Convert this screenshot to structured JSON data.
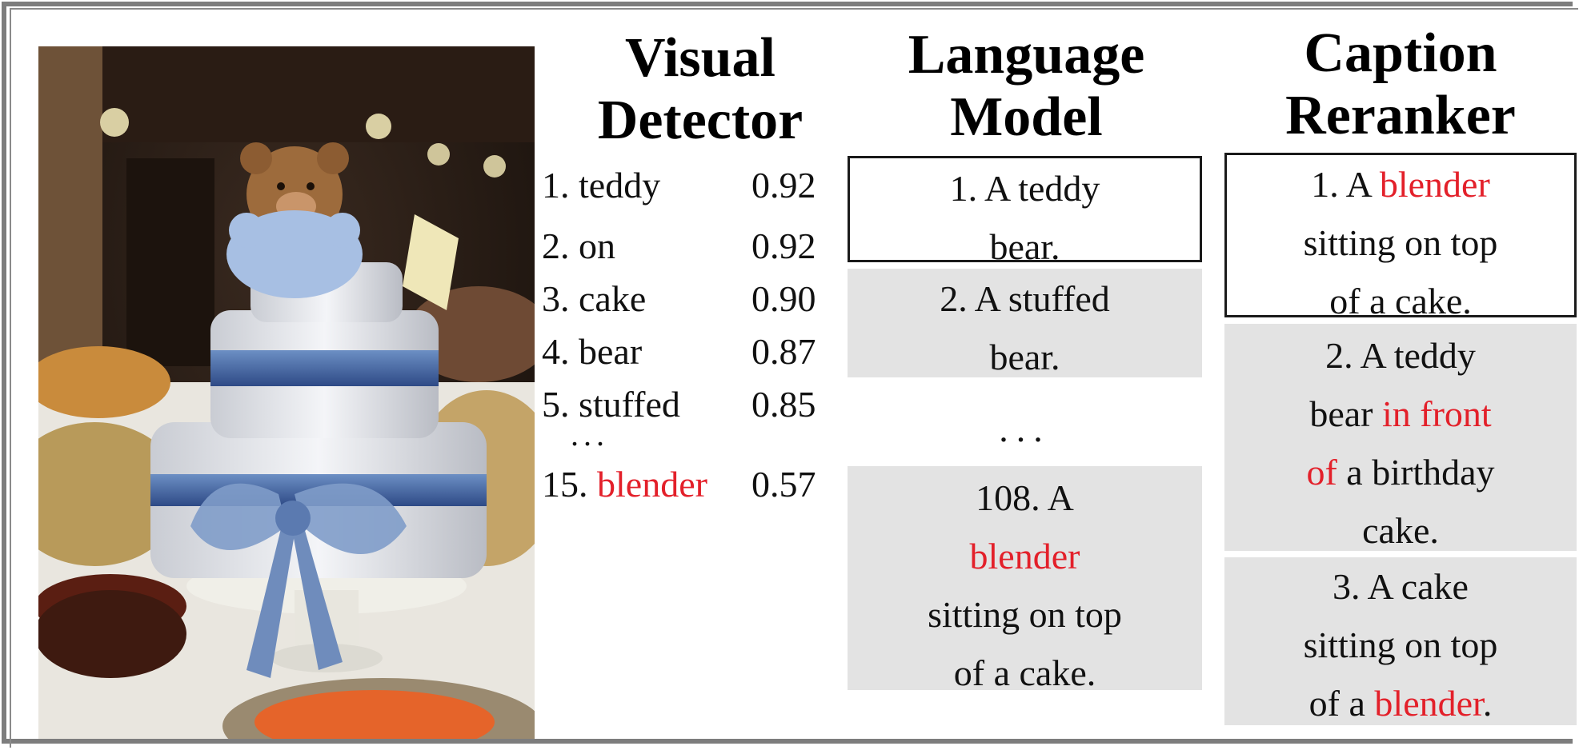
{
  "panels": {
    "visual_detector": {
      "title_line1": "Visual",
      "title_line2": "Detector"
    },
    "language_model": {
      "title_line1": "Language",
      "title_line2": "Model"
    },
    "caption_reranker": {
      "title_line1": "Caption",
      "title_line2": "Reranker"
    }
  },
  "detections": [
    {
      "rank": "1.",
      "word": "teddy",
      "score": "0.92",
      "highlight": false
    },
    {
      "rank": "2.",
      "word": "on",
      "score": "0.92",
      "highlight": false
    },
    {
      "rank": "3.",
      "word": "cake",
      "score": "0.90",
      "highlight": false
    },
    {
      "rank": "4.",
      "word": "bear",
      "score": "0.87",
      "highlight": false
    },
    {
      "rank": "5.",
      "word": "stuffed",
      "score": "0.85",
      "highlight": false
    },
    {
      "rank": "15.",
      "word": "blender",
      "score": "0.57",
      "highlight": true
    }
  ],
  "detector_ellipsis": "...",
  "language_model_captions": [
    {
      "lines": [
        [
          {
            "t": "1. A teddy"
          }
        ],
        [
          {
            "t": "bear."
          }
        ]
      ]
    },
    {
      "lines": [
        [
          {
            "t": "2. A stuffed"
          }
        ],
        [
          {
            "t": "bear."
          }
        ]
      ]
    },
    {
      "lines": [
        [
          {
            "t": "108. A"
          }
        ],
        [
          {
            "t": "blender",
            "red": true
          }
        ],
        [
          {
            "t": "sitting on top"
          }
        ],
        [
          {
            "t": "of a cake."
          }
        ]
      ]
    }
  ],
  "language_model_ellipsis": "...",
  "reranked_captions": [
    {
      "lines": [
        [
          {
            "t": "1. A "
          },
          {
            "t": "blender",
            "red": true
          }
        ],
        [
          {
            "t": "sitting on top"
          }
        ],
        [
          {
            "t": "of a cake."
          }
        ]
      ]
    },
    {
      "lines": [
        [
          {
            "t": "2. A teddy"
          }
        ],
        [
          {
            "t": "bear "
          },
          {
            "t": "in front",
            "red": true
          }
        ],
        [
          {
            "t": "of",
            "red": true
          },
          {
            "t": " a birthday"
          }
        ],
        [
          {
            "t": "cake."
          }
        ]
      ]
    },
    {
      "lines": [
        [
          {
            "t": "3. A cake"
          }
        ],
        [
          {
            "t": "sitting on top"
          }
        ],
        [
          {
            "t": "of a "
          },
          {
            "t": "blender",
            "red": true
          },
          {
            "t": "."
          }
        ]
      ]
    }
  ],
  "colors": {
    "highlight": "#e3202a",
    "box_fill": "#e3e3e3",
    "frame": "#7d7d7d"
  }
}
